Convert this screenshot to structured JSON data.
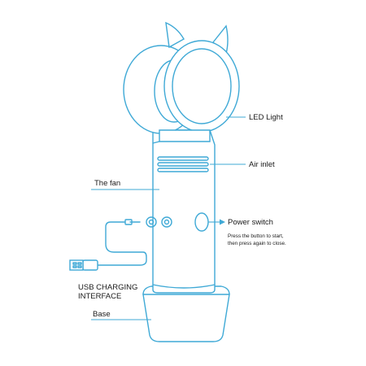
{
  "labels": {
    "led_light": "LED Light",
    "air_inlet": "Air inlet",
    "the_fan": "The fan",
    "power_switch": "Power switch",
    "power_note_line1": "Press the button to start,",
    "power_note_line2": "then press again to close.",
    "usb_line1": "USB CHARGING",
    "usb_line2": "INTERFACE",
    "base": "Base"
  },
  "colors": {
    "outline": "#3fa9d6",
    "text": "#1a1a1a",
    "background": "#ffffff"
  },
  "icons": {
    "usb_plug": "usb-plug-icon",
    "arrow": "arrow-right-icon"
  }
}
